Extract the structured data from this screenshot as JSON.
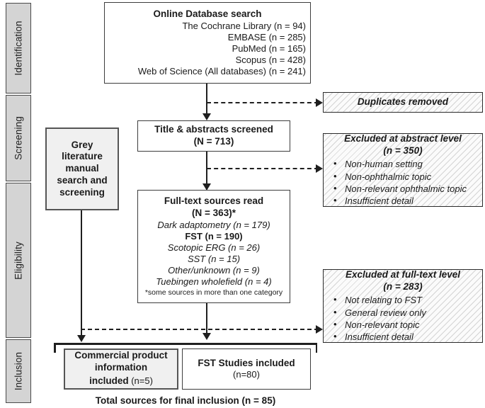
{
  "stages": [
    {
      "label": "Identification"
    },
    {
      "label": "Screening"
    },
    {
      "label": "Eligibility"
    },
    {
      "label": "Inclusion"
    }
  ],
  "identification": {
    "title": "Online Database search",
    "sources": [
      "The Cochrane Library (n = 94)",
      "EMBASE (n = 285)",
      "PubMed (n = 165)",
      "Scopus (n = 428)",
      "Web of Science (All databases) (n = 241)"
    ]
  },
  "duplicates": {
    "title": "Duplicates removed"
  },
  "grey_literature": {
    "line1": "Grey",
    "line2": "literature",
    "line3": "manual",
    "line4": "search and",
    "line5": "screening"
  },
  "screening": {
    "title": "Title & abstracts screened",
    "count": "(N = 713)"
  },
  "excluded_abstract": {
    "title": "Excluded at abstract level",
    "count": "(n = 350)",
    "reasons": [
      "Non-human setting",
      "Non-ophthalmic topic",
      "Non-relevant ophthalmic topic",
      "Insufficient detail"
    ]
  },
  "fulltext": {
    "title": "Full-text sources read",
    "count": "(N = 363)*",
    "breakdown": [
      {
        "label": "Dark adaptometry (n = 179)",
        "style": "italic"
      },
      {
        "label": "FST (n = 190)",
        "style": "bold"
      },
      {
        "label": "Scotopic ERG (n = 26)",
        "style": "italic"
      },
      {
        "label": "SST (n = 15)",
        "style": "italic"
      },
      {
        "label": "Other/unknown (n = 9)",
        "style": "italic"
      },
      {
        "label": "Tuebingen wholefield (n = 4)",
        "style": "italic"
      }
    ],
    "footnote": "*some sources in more than one category"
  },
  "excluded_fulltext": {
    "title": "Excluded at full-text level",
    "count": "(n = 283)",
    "reasons": [
      "Not relating to FST",
      "General review only",
      "Non-relevant topic",
      "Insufficient detail"
    ]
  },
  "inclusion": {
    "commercial": {
      "line1": "Commercial product",
      "line2": "information",
      "line3": "included",
      "count": " (n=5)"
    },
    "studies": {
      "title": "FST Studies included",
      "count": "(n=80)"
    },
    "total": "Total sources for final inclusion (n = 85)"
  },
  "colors": {
    "stage_fill": "#d4d4d4",
    "grey_fill": "#f0f0f0",
    "line": "#1f1f1f",
    "border": "#3d3d3d"
  }
}
